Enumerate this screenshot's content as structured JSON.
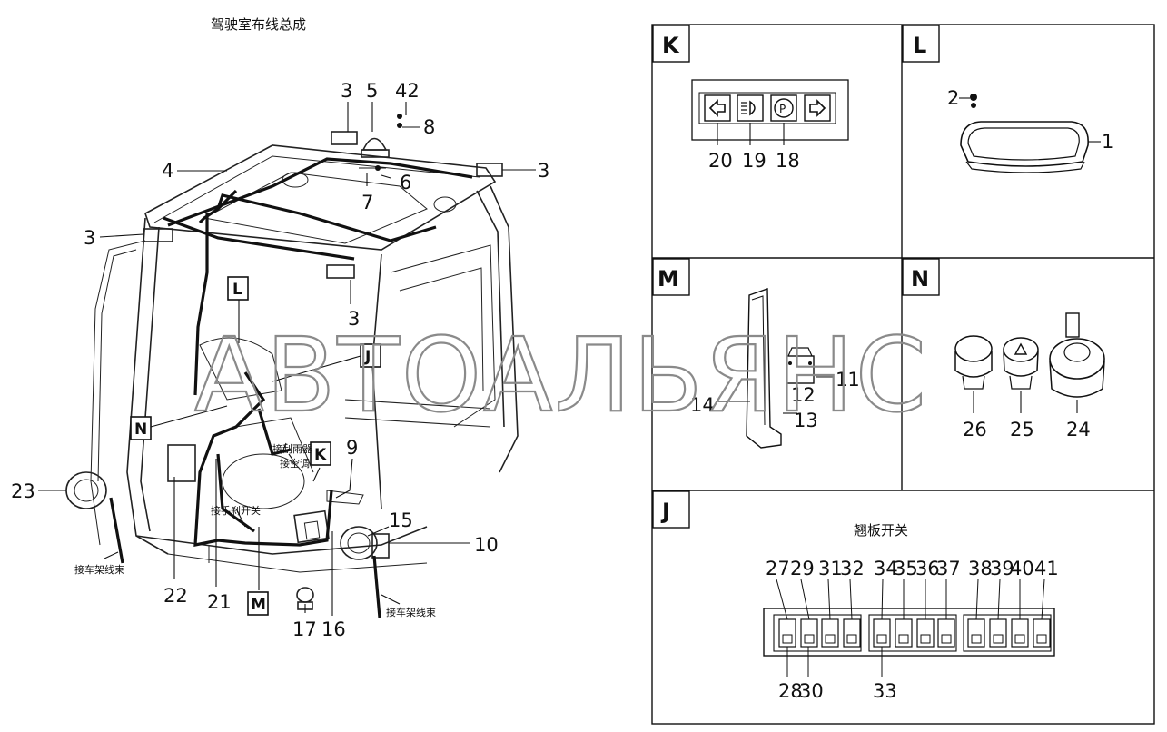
{
  "main": {
    "title": "驾驶室布线总成",
    "part_labels": {
      "p3a": "3",
      "p5": "5",
      "p42": "42",
      "p8": "8",
      "p3b": "3",
      "p4": "4",
      "p6": "6",
      "p7": "7",
      "p3c": "3",
      "p3d": "3",
      "p9": "9",
      "p15": "15",
      "p10": "10",
      "p23": "23",
      "p22": "22",
      "p21": "21",
      "p17": "17",
      "p16": "16"
    },
    "callouts": {
      "L": "L",
      "J": "J",
      "N": "N",
      "K": "K",
      "M": "M"
    },
    "annotations": {
      "wiper": "接刮雨器",
      "ac": "接空调",
      "handbrake": "接手刹开关",
      "frame_left": "接车架线束",
      "frame_right": "接车架线束"
    }
  },
  "detail_k": {
    "letter": "K",
    "labels": {
      "p20": "20",
      "p19": "19",
      "p18": "18"
    }
  },
  "detail_l": {
    "letter": "L",
    "labels": {
      "p2": "2",
      "p1": "1"
    }
  },
  "detail_m": {
    "letter": "M",
    "labels": {
      "p11": "11",
      "p12": "12",
      "p14": "14",
      "p13": "13"
    }
  },
  "detail_n": {
    "letter": "N",
    "labels": {
      "p26": "26",
      "p25": "25",
      "p24": "24"
    }
  },
  "detail_j": {
    "letter": "J",
    "title": "翘板开关",
    "top_labels": [
      "27",
      "29",
      "31",
      "32",
      "34",
      "35",
      "36",
      "37",
      "38",
      "39",
      "40",
      "41"
    ],
    "bottom_labels": {
      "p28": "28",
      "p30": "30",
      "p33": "33"
    }
  },
  "watermark": "АВТОАЛЬЯНС"
}
